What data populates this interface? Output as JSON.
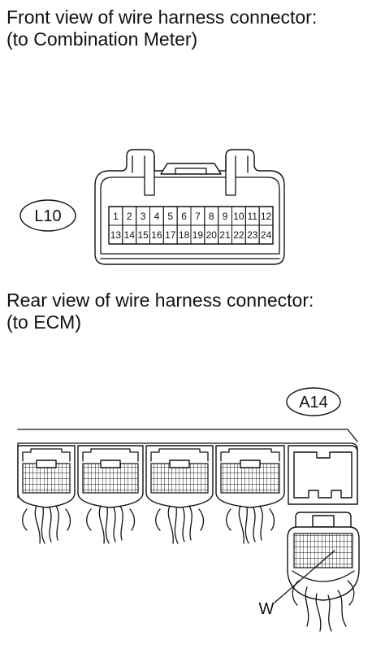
{
  "front_view": {
    "title_line1": "Front view of wire harness connector:",
    "title_line2": "(to Combination Meter)",
    "connector_label": "L10",
    "pins_row1": [
      "1",
      "2",
      "3",
      "4",
      "5",
      "6",
      "7",
      "8",
      "9",
      "10",
      "11",
      "12"
    ],
    "pins_row2": [
      "13",
      "14",
      "15",
      "16",
      "17",
      "18",
      "19",
      "20",
      "21",
      "22",
      "23",
      "24"
    ]
  },
  "rear_view": {
    "title_line1": "Rear view of wire harness connector:",
    "title_line2": "(to ECM)",
    "connector_label": "A14",
    "wire_label": "W"
  }
}
